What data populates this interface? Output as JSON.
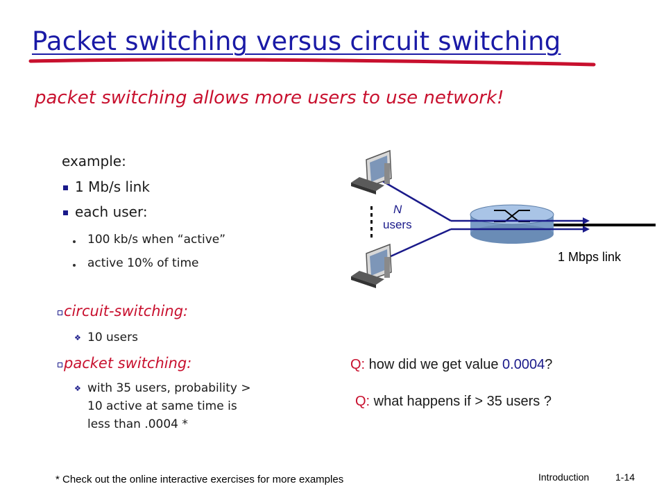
{
  "slide": {
    "title": "Packet switching versus circuit switching",
    "subtitle": "packet switching allows more users to use network!",
    "example_heading": "example:",
    "bullets": {
      "link": "1 Mb/s link",
      "each_user": "each user:",
      "sub_active_rate": "100 kb/s when “active”",
      "sub_active_time": "active 10% of time"
    },
    "circuit": {
      "label": "circuit-switching:",
      "item": "10 users"
    },
    "packet": {
      "label": "packet switching:",
      "line1": "with 35 users, probability >",
      "line2": "10 active at same time is",
      "line3": "less than .0004 *"
    },
    "diagram": {
      "n_label": "N",
      "users_label": "users",
      "link_label": "1 Mbps link"
    },
    "questions": {
      "q1_prefix": "Q:",
      "q1_text": " how did we get value ",
      "q1_value": "0.0004",
      "q1_suffix": "?",
      "q2_prefix": "Q:",
      "q2_text": " what happens if > 35 users ?"
    },
    "footnote": "* Check out the online interactive exercises for more examples",
    "footer_left": "Introduction",
    "footer_right": "1-14"
  },
  "colors": {
    "title_blue": "#1a1aa6",
    "accent_red": "#c8102e",
    "link_blue": "#1a1a8a"
  }
}
